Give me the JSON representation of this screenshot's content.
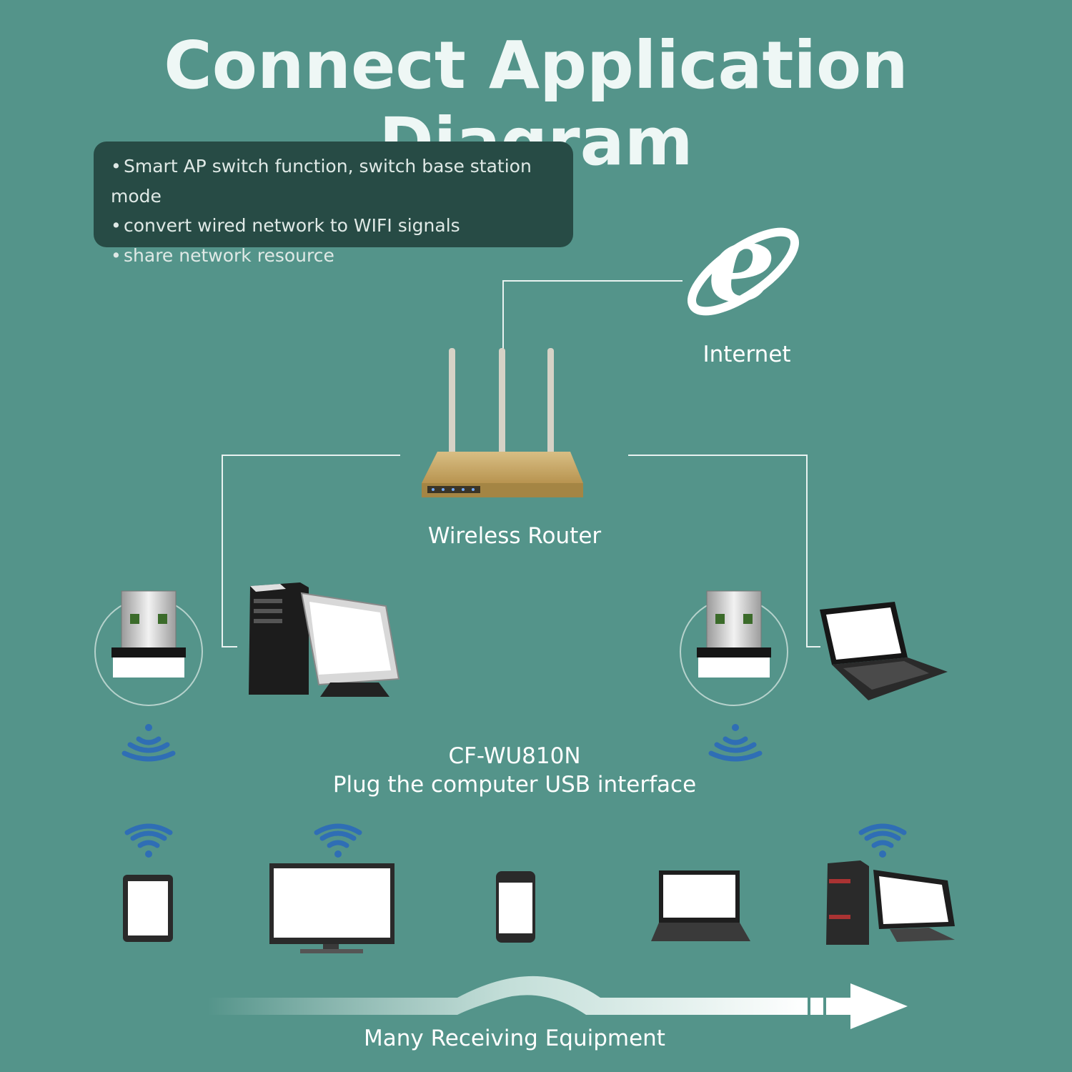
{
  "title": "Connect Application Diagram",
  "features": [
    "Smart AP switch function, switch base station mode",
    "convert wired network to WIFI signals",
    "share network resource"
  ],
  "nodes": {
    "internet": "Internet",
    "router": "Wireless Router",
    "adapter_model": "CF-WU810N",
    "adapter_desc": "Plug the computer USB interface",
    "receiving": "Many Receiving Equipment"
  },
  "icons": {
    "internet": "internet-explorer-icon",
    "router": "wireless-router-icon",
    "usb_adapter": "usb-wifi-adapter-icon",
    "desktop": "desktop-computer-icon",
    "laptop": "laptop-icon",
    "signal": "wireless-signal-icon",
    "wifi": "wifi-icon",
    "tablet": "tablet-icon",
    "tv": "tv-monitor-icon",
    "phone": "smartphone-icon",
    "arrow": "flow-arrow-icon"
  },
  "colors": {
    "background": "#54948a",
    "feature_box": "#274b45",
    "wifi_blue": "#2f6eb5",
    "router_gold": "#c9a968"
  }
}
